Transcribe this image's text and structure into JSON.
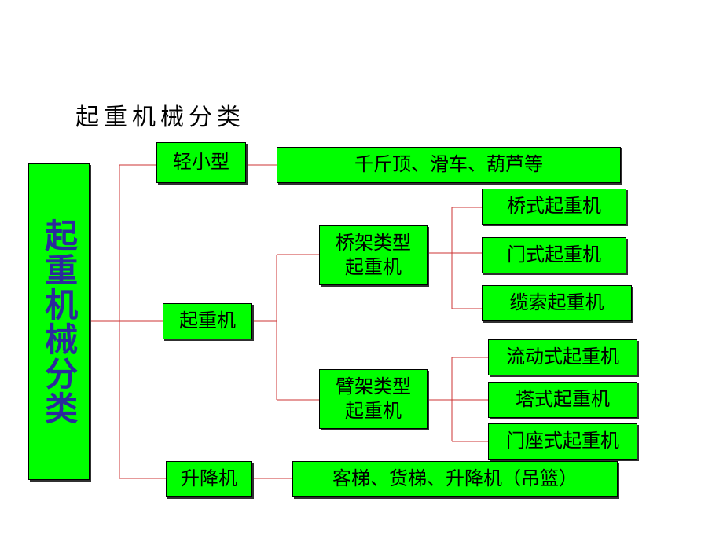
{
  "title": "起重机械分类",
  "colors": {
    "box_fill": "#00ff00",
    "root_text": "#2b2b9b",
    "connector": "#cc3333"
  },
  "root": "起重机械分类",
  "categories": {
    "light": {
      "label": "轻小型",
      "examples": "千斤顶、滑车、葫芦等"
    },
    "crane": {
      "label": "起重机",
      "bridge": {
        "label_line1": "桥架类型",
        "label_line2": "起重机",
        "items": [
          "桥式起重机",
          "门式起重机",
          "缆索起重机"
        ]
      },
      "boom": {
        "label_line1": "臂架类型",
        "label_line2": "起重机",
        "items": [
          "流动式起重机",
          "塔式起重机",
          "门座式起重机"
        ]
      }
    },
    "lift": {
      "label": "升降机",
      "examples": "客梯、货梯、升降机（吊篮）"
    }
  }
}
